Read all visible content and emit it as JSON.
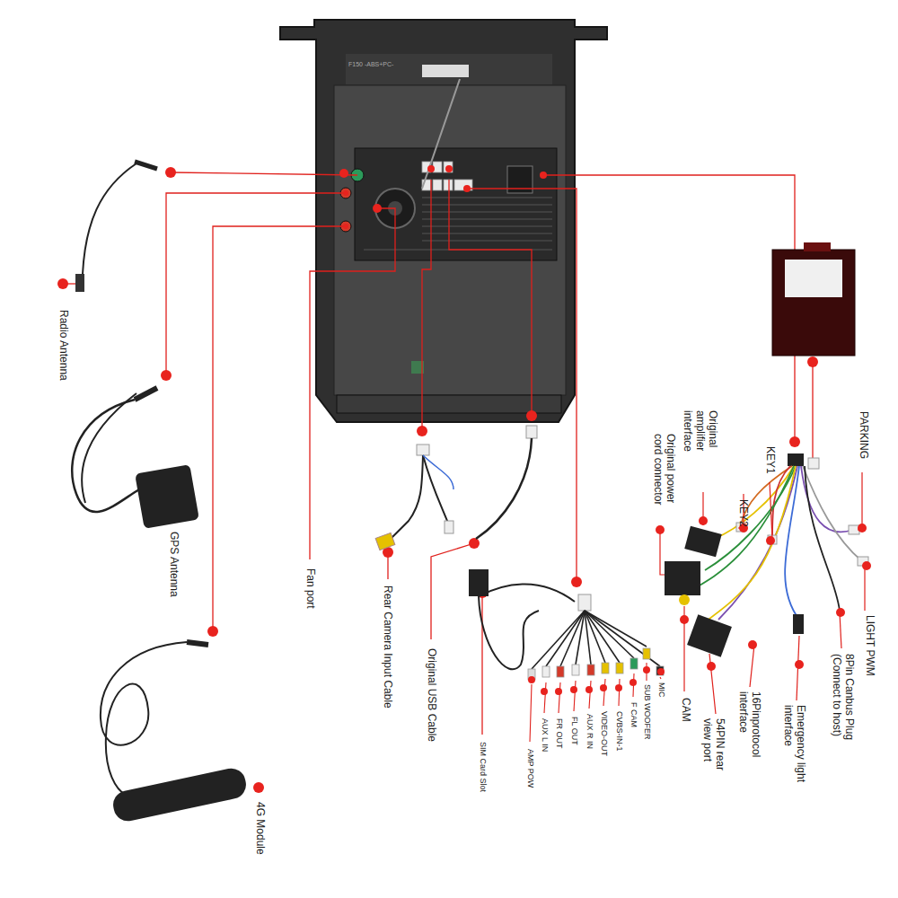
{
  "diagram": {
    "labels": [
      "F150 -ABS+PC-",
      "Radio Antenna",
      "GPS Antenna",
      "4G Module",
      "Fan port",
      "Rear Camera Input Cable",
      "Original USB Cable",
      "SIM Card Slot",
      "AMP POW",
      "AUX L IN",
      "FR OUT",
      "FL OUT",
      "AUX R IN",
      "VIDEO-OUT",
      "CVBS-IN-1",
      "F CAM",
      "SUB WOOFER",
      "MIC",
      "Original amplifier interface",
      "Original power cord connector",
      "KEY2",
      "KEY1",
      "PARKING",
      "CAM",
      "54PIN rear view port",
      "16Pinprotocol interface",
      "Emergency light interface",
      "8Pin Canbus Plug (Connect to host)",
      "LIGHT PWM"
    ]
  }
}
